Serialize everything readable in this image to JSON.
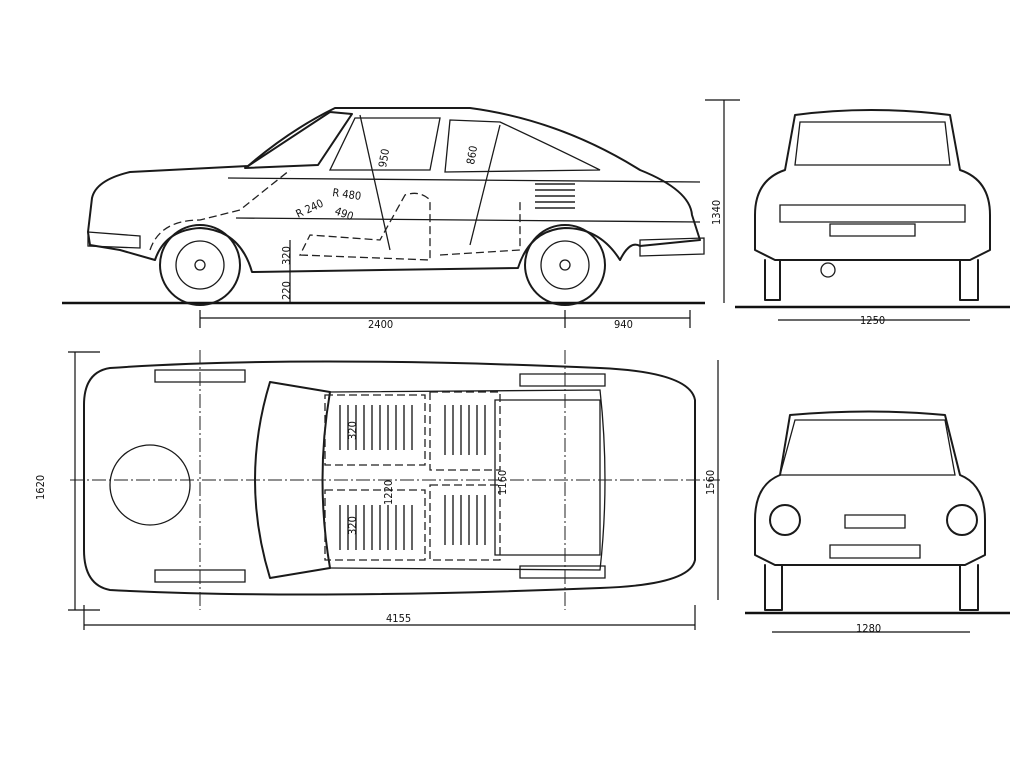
{
  "drawing": {
    "side_view": {
      "dims": {
        "headroom_front": "950",
        "headroom_rear": "860",
        "radius_1": "R 240",
        "radius_2": "R 480",
        "seat_depth": "490",
        "seat_height": "320",
        "ground_clearance": "220",
        "wheelbase": "2400",
        "rear_overhang": "940",
        "height": "1340"
      }
    },
    "rear_view": {
      "dims": {
        "rear_track": "1250"
      }
    },
    "top_view": {
      "dims": {
        "width": "1620",
        "front_seat_width_left": "320",
        "front_seat_width_right": "320",
        "front_interior_width": "1220",
        "rear_interior_width": "1160",
        "inner_width": "1560",
        "length": "4155"
      }
    },
    "front_view": {
      "dims": {
        "front_track": "1280"
      }
    }
  }
}
